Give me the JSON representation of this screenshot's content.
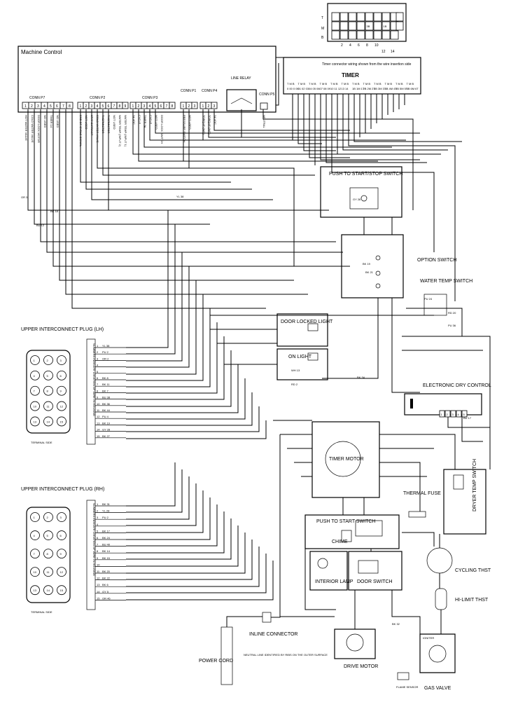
{
  "machine_control": {
    "title": "Machine Control",
    "conn_p7": {
      "label": "CONN P7",
      "pins": [
        "1",
        "2",
        "3",
        "4",
        "5",
        "6",
        "7",
        "8"
      ],
      "signals": [
        "HOT WATER VALVE",
        "COLD WATER VALVE",
        "DOOR LOCK MOTOR",
        "NO USED",
        "TIMER 14",
        "NO USED"
      ]
    },
    "conn_p2": {
      "label": "CONN P2",
      "pins": [
        "1",
        "2",
        "3",
        "4",
        "5",
        "6",
        "7",
        "8",
        "9"
      ],
      "signals": [
        "END OF CYCLE SIGNAL",
        "NOT USED",
        "STAT EXTRACT",
        "COLD WATER VALVE",
        "THERMISTOR",
        "THERMISTOR",
        "NOT USED",
        "WATER TEMP (INPUT 2)",
        "WATER TEMP (INPUT 1)"
      ]
    },
    "conn_p3": {
      "label": "CONN P3",
      "pins": [
        "1",
        "2",
        "3",
        "4",
        "5",
        "6",
        "7",
        "8"
      ],
      "signals": [
        "24 VDC",
        "CYCLE",
        "TIMER 3A",
        "CYCLE",
        "NOT USED",
        "DOOR LOCK SWITCH"
      ]
    },
    "conn_p1": {
      "label": "CONN P1",
      "pins": [
        "1",
        "2",
        "3"
      ],
      "signals": [
        "PRESSURE SWITCH",
        "NOT USED"
      ]
    },
    "conn_p4": {
      "label": "CONN P4",
      "pins": [
        "1",
        "2",
        "3"
      ],
      "signals": [
        "TORQUE (N/O)",
        "TORQUE (N/C)",
        "24 VDC"
      ]
    },
    "conn_p5": {
      "label": "CONN P5",
      "pins": [
        "1"
      ],
      "signals": [
        "NEUTRAL"
      ]
    },
    "line_relay": {
      "label": "LINE RELAY"
    }
  },
  "timer": {
    "note": "Timer connector wiring shown from the wire insertion side",
    "label": "TIMER",
    "terminals": [
      "T M B",
      "T M B",
      "T M B",
      "T M B",
      "T M B",
      "T M B",
      "T M B",
      "T M B",
      "T M B",
      "T M B",
      "T M B",
      "T M B"
    ],
    "numbers": [
      "0 00 0 00",
      "01 02 03",
      "04 05 06",
      "07 08 09",
      "10 11 12",
      "13 14",
      "1B 1M 1T",
      "2B 2M 2T",
      "3B 3M 3T",
      "4B 4M 4T",
      "5B 5M 5T",
      "6B 6M 6T"
    ]
  },
  "connector_grid": {
    "row_labels": [
      "T",
      "M",
      "B"
    ],
    "col_numbers": [
      "2",
      "4",
      "6",
      "8",
      "10"
    ],
    "extra_numbers": [
      "12",
      "14"
    ],
    "top_row": [
      "",
      "",
      "",
      "",
      "",
      "",
      "",
      ""
    ],
    "mid_row": [
      "",
      "",
      "",
      "",
      "3B",
      "",
      "1B",
      ""
    ],
    "bot_row": [
      "",
      "",
      "",
      "",
      "",
      "",
      "",
      ""
    ]
  },
  "components": {
    "push_start_stop": "PUSH TO START/STOP SWITCH",
    "option_switch": "OPTION SWITCH",
    "water_temp_switch": "WATER TEMP SWITCH",
    "door_locked_light": "DOOR LOCKED LIGHT",
    "on_light": "ON LIGHT",
    "electronic_dry_control": "ELECTRONIC DRY CONTROL",
    "dry_control_pins": [
      "1",
      "2",
      "3",
      "4",
      "5"
    ],
    "timer_motor": "TIMER MOTOR",
    "thermal_fuse": "THERMAL FUSE",
    "push_to_start": "PUSH TO START SWITCH",
    "chime": "CHIME",
    "dryer_temp_switch": "DRYER TEMP SWITCH",
    "cycling_thst": "CYCLING THST",
    "interior_lamp": "INTERIOR LAMP",
    "door_switch": "DOOR SWITCH",
    "hi_limit_thst": "HI-LIMIT THST",
    "inline_connector": "INLINE CONNECTOR",
    "power_cord": "POWER CORD",
    "power_cord_note": "NEUTRAL LINE IDENTIFIED BY RIBS ON THE OUTER SURFACE",
    "drive_motor": "DRIVE MOTOR",
    "gas_valve": "GAS VALVE",
    "flame_sensor": "FLAME SENSOR",
    "igniter": "IGNITER"
  },
  "upper_plug_lh": {
    "title": "UPPER INTERCONNECT PLUG (LH)",
    "side_note": "NUMBERS INDICATE LOCATION OF WIRE IN HOUSING",
    "bottom_note": "TERMINAL SIDE",
    "wires": [
      "YL 38",
      "PU 2",
      "OR 2",
      "",
      "",
      "BK 8",
      "BK 11",
      "BK 7",
      "BU 38",
      "BK 36",
      "BK 44",
      "PU 4",
      "BK 19",
      "GY 28",
      "BK 27"
    ],
    "cavities": [
      "1",
      "2",
      "3",
      "4",
      "5",
      "6",
      "7",
      "8",
      "9",
      "10",
      "11",
      "12",
      "13",
      "14",
      "15"
    ]
  },
  "upper_plug_rh": {
    "title": "UPPER INTERCONNECT PLUG (RH)",
    "side_note": "NUMBERS INDICATE LOCATION OF WIRE IN HOUSING",
    "bottom_note": "TERMINAL SIDE",
    "wires": [
      "BK 31",
      "YL 28",
      "PU 2",
      "",
      "BK 17",
      "BK 24",
      "BU 40",
      "BK 14",
      "BK 15",
      "",
      "BK 20",
      "BK 22",
      "BK 6",
      "GY 5",
      "OR 46"
    ],
    "cavities": [
      "1",
      "2",
      "3",
      "4",
      "5",
      "6",
      "7",
      "8",
      "9",
      "10",
      "11",
      "12",
      "13",
      "14",
      "15"
    ]
  },
  "wire_labels": {
    "or_3": "OR 3",
    "bk_18": "BK 18",
    "bu_12": "BU 12",
    "bu_17": "BU 17",
    "wh_13": "WH 13",
    "rd_2": "RD 2",
    "bk_32": "BK 32",
    "bk_34": "BK 34",
    "gy_28": "GY 28",
    "rd_20": "RD 20",
    "bk_19": "BK 19",
    "bk_21": "BK 21",
    "pu_36": "PU 36",
    "yl_38": "YL 38",
    "pu_24": "PU 24"
  }
}
